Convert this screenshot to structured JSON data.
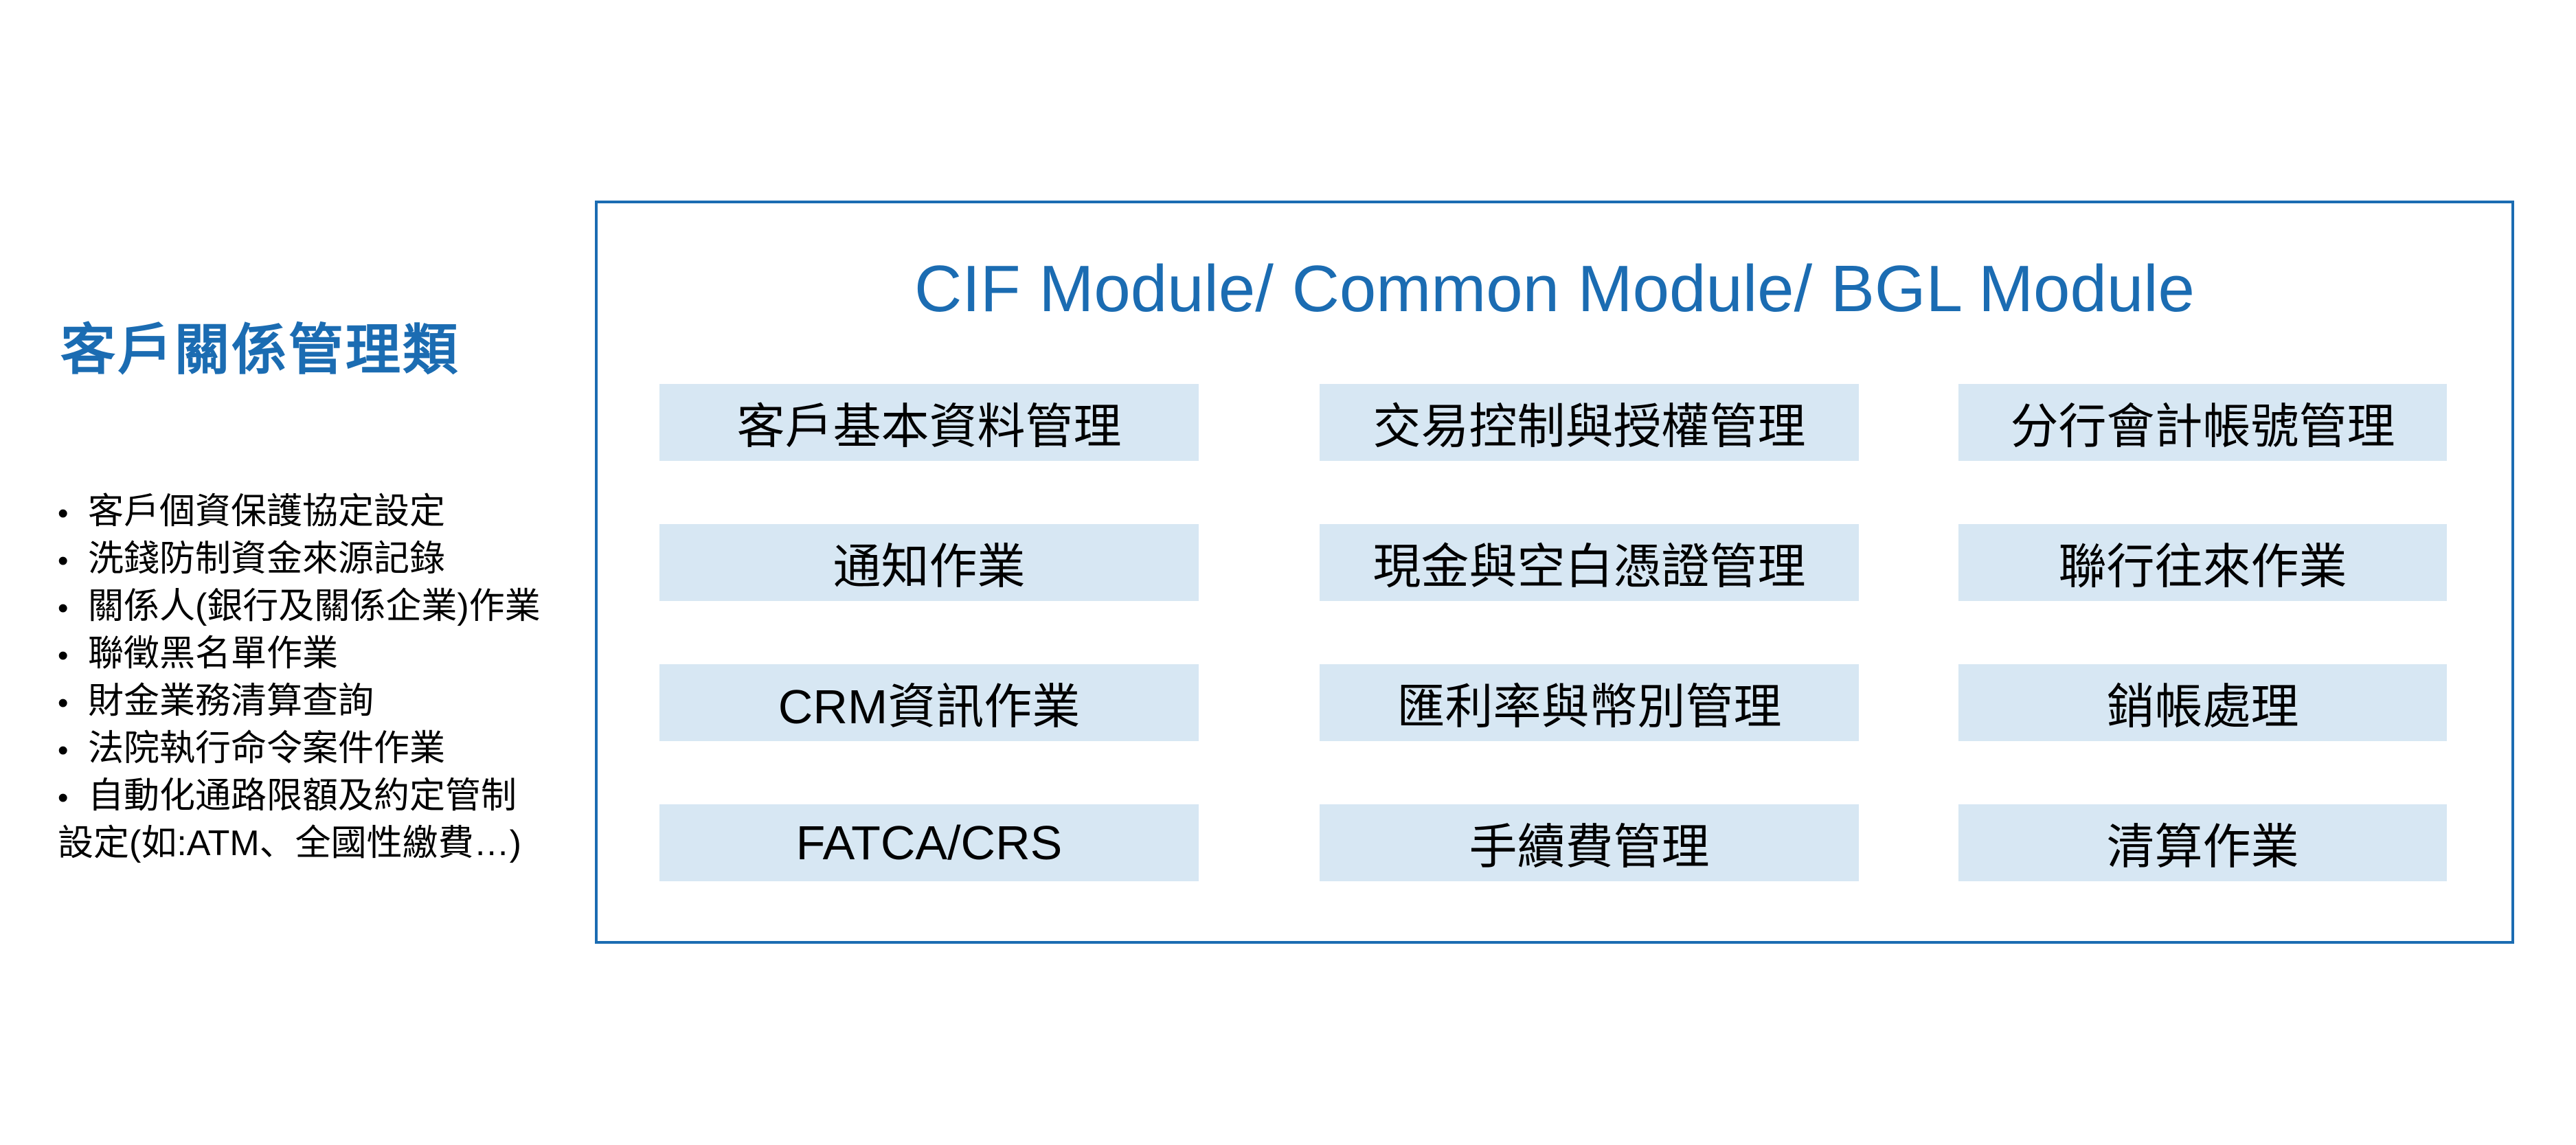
{
  "colors": {
    "accent": "#1B6CB2",
    "cell_fill": "#D7E7F3",
    "text": "#000000"
  },
  "sidebar": {
    "title": "客戶關係管理類",
    "bullet_glyph": "•",
    "items": [
      {
        "text": "客戶個資保護協定設定",
        "bullet": true
      },
      {
        "text": "洗錢防制資金來源記錄",
        "bullet": true
      },
      {
        "text": "關係人(銀行及關係企業)作業",
        "bullet": true
      },
      {
        "text": "聯徵黑名單作業",
        "bullet": true
      },
      {
        "text": "財金業務清算查詢",
        "bullet": true
      },
      {
        "text": "法院執行命令案件作業",
        "bullet": true
      },
      {
        "text": "自動化通路限額及約定管制",
        "bullet": true
      },
      {
        "text": "設定(如:ATM、全國性繳費…)",
        "bullet": false
      }
    ]
  },
  "panel": {
    "title": "CIF Module/ Common Module/ BGL Module",
    "rows": [
      {
        "cells": [
          "客戶基本資料管理",
          "交易控制與授權管理",
          "分行會計帳號管理"
        ]
      },
      {
        "cells": [
          "通知作業",
          "現金與空白憑證管理",
          "聯行往來作業"
        ]
      },
      {
        "cells": [
          "CRM資訊作業",
          "匯利率與幣別管理",
          "銷帳處理"
        ]
      },
      {
        "cells": [
          "FATCA/CRS",
          "手續費管理",
          "清算作業"
        ]
      }
    ]
  }
}
